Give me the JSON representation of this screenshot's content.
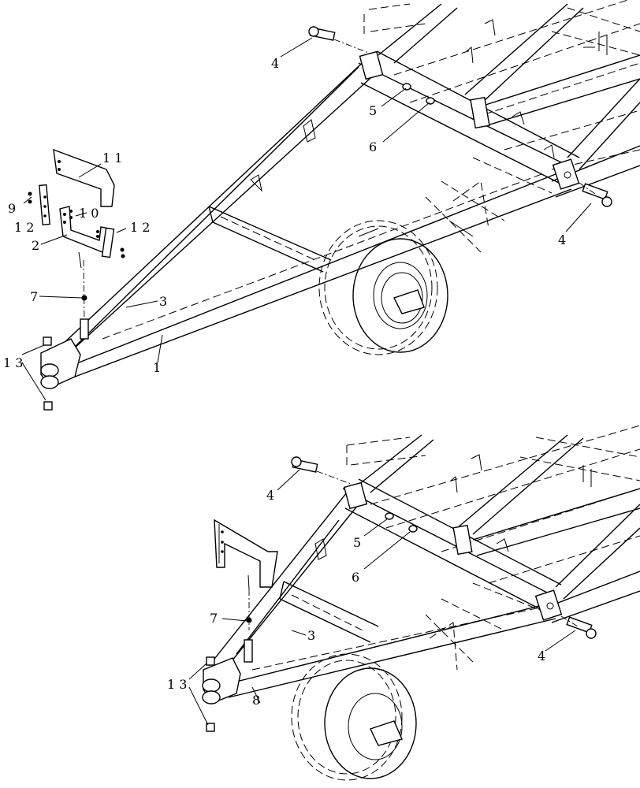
{
  "diagram": {
    "top_view": {
      "callouts": [
        {
          "id": "c1",
          "text": "1 1"
        },
        {
          "id": "c2",
          "text": "9"
        },
        {
          "id": "c3",
          "text": "1 0"
        },
        {
          "id": "c4",
          "text": "1 2"
        },
        {
          "id": "c5",
          "text": "1 2"
        },
        {
          "id": "c6",
          "text": "2"
        },
        {
          "id": "c7",
          "text": "7"
        },
        {
          "id": "c8",
          "text": "3"
        },
        {
          "id": "c9",
          "text": "1 3"
        },
        {
          "id": "c10",
          "text": "1"
        },
        {
          "id": "c11",
          "text": "4"
        },
        {
          "id": "c12",
          "text": "5"
        },
        {
          "id": "c13",
          "text": "6"
        },
        {
          "id": "c14",
          "text": "4"
        }
      ]
    },
    "bottom_view": {
      "callouts": [
        {
          "id": "d1",
          "text": "4"
        },
        {
          "id": "d2",
          "text": "5"
        },
        {
          "id": "d3",
          "text": "6"
        },
        {
          "id": "d4",
          "text": "7"
        },
        {
          "id": "d5",
          "text": "3"
        },
        {
          "id": "d6",
          "text": "1 3"
        },
        {
          "id": "d7",
          "text": "8"
        },
        {
          "id": "d8",
          "text": "4"
        }
      ]
    }
  }
}
